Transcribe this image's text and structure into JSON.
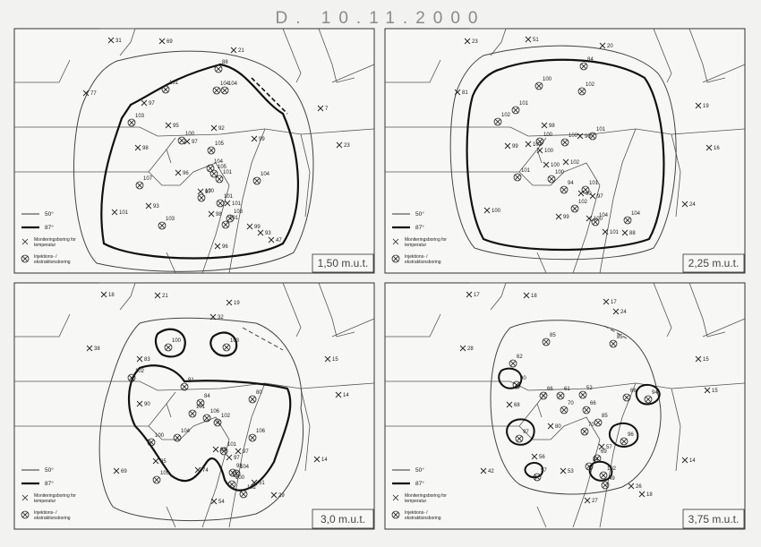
{
  "title": "D. 10.11.2000",
  "legend": {
    "iso50": "50°",
    "iso87": "87°",
    "monitor": "Moniteringsboring for temperatur",
    "monitor_line1": "Moniteringsboring for",
    "monitor_line2": "temperatur",
    "injection": "Injektions- / ekstraktionsboring",
    "injection_line1": "Injektions- /",
    "injection_line2": "ekstraktionsboring"
  },
  "panels": [
    {
      "id": "p1",
      "depth": "1,50 m.u.t.",
      "monitors": [
        {
          "v": "31"
        },
        {
          "v": "69"
        },
        {
          "v": "21"
        },
        {
          "v": "77"
        },
        {
          "v": "97"
        },
        {
          "v": "7"
        },
        {
          "v": "95"
        },
        {
          "v": "92"
        },
        {
          "v": "98"
        },
        {
          "v": "97"
        },
        {
          "v": "99"
        },
        {
          "v": "23"
        },
        {
          "v": "96"
        },
        {
          "v": "97"
        },
        {
          "v": "101"
        },
        {
          "v": "93"
        },
        {
          "v": "101"
        },
        {
          "v": "98"
        },
        {
          "v": "99"
        },
        {
          "v": "93"
        },
        {
          "v": "96"
        },
        {
          "v": "47"
        }
      ],
      "injections": [
        {
          "v": "88"
        },
        {
          "v": "101"
        },
        {
          "v": "104"
        },
        {
          "v": "104"
        },
        {
          "v": "103"
        },
        {
          "v": "100"
        },
        {
          "v": "105"
        },
        {
          "v": "104"
        },
        {
          "v": "105"
        },
        {
          "v": "101"
        },
        {
          "v": "107"
        },
        {
          "v": "104"
        },
        {
          "v": "100"
        },
        {
          "v": "101"
        },
        {
          "v": "103"
        },
        {
          "v": "103"
        },
        {
          "v": "101"
        }
      ]
    },
    {
      "id": "p2",
      "depth": "2,25 m.u.t.",
      "monitors": [
        {
          "v": "23"
        },
        {
          "v": "51"
        },
        {
          "v": "20"
        },
        {
          "v": "81"
        },
        {
          "v": "19"
        },
        {
          "v": "98"
        },
        {
          "v": "16"
        },
        {
          "v": "99"
        },
        {
          "v": "101"
        },
        {
          "v": "90"
        },
        {
          "v": "100"
        },
        {
          "v": "102"
        },
        {
          "v": "90"
        },
        {
          "v": "97"
        },
        {
          "v": "100"
        },
        {
          "v": "99"
        },
        {
          "v": "100"
        },
        {
          "v": "101"
        },
        {
          "v": "88"
        },
        {
          "v": "24"
        },
        {
          "v": "100"
        }
      ],
      "injections": [
        {
          "v": "84"
        },
        {
          "v": "100"
        },
        {
          "v": "102"
        },
        {
          "v": "101"
        },
        {
          "v": "102"
        },
        {
          "v": "100"
        },
        {
          "v": "100"
        },
        {
          "v": "101"
        },
        {
          "v": "100"
        },
        {
          "v": "94"
        },
        {
          "v": "101"
        },
        {
          "v": "102"
        },
        {
          "v": "104"
        },
        {
          "v": "104"
        },
        {
          "v": "101"
        }
      ]
    },
    {
      "id": "p3",
      "depth": "3,0 m.u.t.",
      "monitors": [
        {
          "v": "18"
        },
        {
          "v": "21"
        },
        {
          "v": "19"
        },
        {
          "v": "32"
        },
        {
          "v": "38"
        },
        {
          "v": "83"
        },
        {
          "v": "15"
        },
        {
          "v": "14"
        },
        {
          "v": "90"
        },
        {
          "v": "97"
        },
        {
          "v": "97"
        },
        {
          "v": "95"
        },
        {
          "v": "85"
        },
        {
          "v": "74"
        },
        {
          "v": "69"
        },
        {
          "v": "14"
        },
        {
          "v": "51"
        },
        {
          "v": "29"
        },
        {
          "v": "54"
        }
      ],
      "injections": [
        {
          "v": "100"
        },
        {
          "v": "103"
        },
        {
          "v": "102"
        },
        {
          "v": "91"
        },
        {
          "v": "80"
        },
        {
          "v": "84"
        },
        {
          "v": "101"
        },
        {
          "v": "106"
        },
        {
          "v": "102"
        },
        {
          "v": "100"
        },
        {
          "v": "104"
        },
        {
          "v": "106"
        },
        {
          "v": "101"
        },
        {
          "v": "98"
        },
        {
          "v": "104"
        },
        {
          "v": "105"
        },
        {
          "v": "100"
        },
        {
          "v": "102"
        }
      ]
    },
    {
      "id": "p4",
      "depth": "3,75 m.u.t.",
      "monitors": [
        {
          "v": "17"
        },
        {
          "v": "18"
        },
        {
          "v": "17"
        },
        {
          "v": "24"
        },
        {
          "v": "28"
        },
        {
          "v": "15"
        },
        {
          "v": "68"
        },
        {
          "v": "15"
        },
        {
          "v": "80"
        },
        {
          "v": "56"
        },
        {
          "v": "57"
        },
        {
          "v": "42"
        },
        {
          "v": "53"
        },
        {
          "v": "14"
        },
        {
          "v": "26"
        },
        {
          "v": "18"
        },
        {
          "v": "27"
        }
      ],
      "injections": [
        {
          "v": "85"
        },
        {
          "v": "85"
        },
        {
          "v": "62"
        },
        {
          "v": "90"
        },
        {
          "v": "66"
        },
        {
          "v": "61"
        },
        {
          "v": "52"
        },
        {
          "v": "70"
        },
        {
          "v": "66"
        },
        {
          "v": "66"
        },
        {
          "v": "94"
        },
        {
          "v": "85"
        },
        {
          "v": "97"
        },
        {
          "v": "70"
        },
        {
          "v": "96"
        },
        {
          "v": "69"
        },
        {
          "v": "84"
        },
        {
          "v": "97"
        },
        {
          "v": "102"
        },
        {
          "v": "49"
        }
      ]
    }
  ]
}
